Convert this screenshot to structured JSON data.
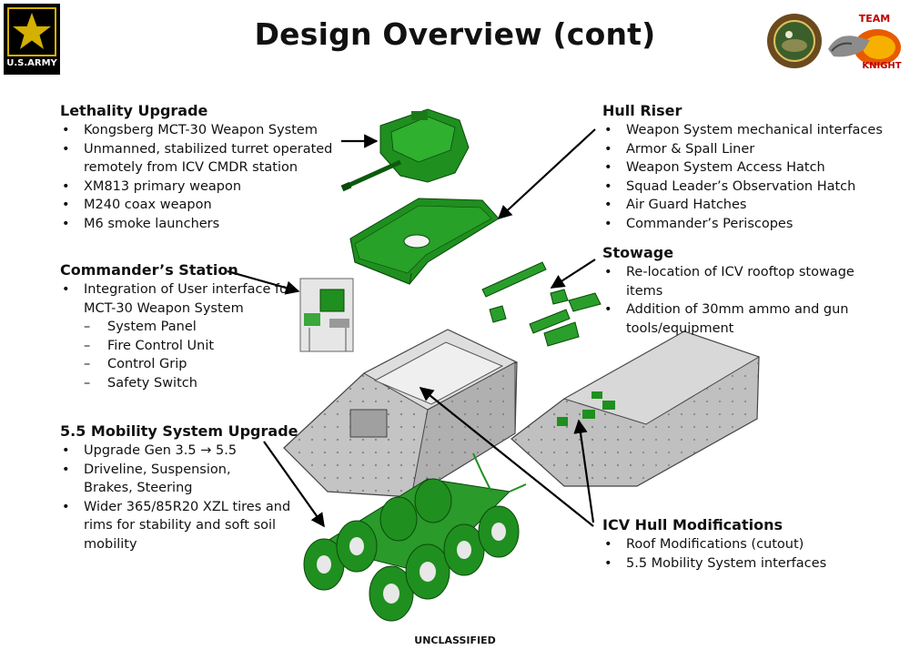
{
  "title": "Design Overview (cont)",
  "army_logo_text": "U.S.ARMY",
  "team_logo": {
    "line1": "TEAM",
    "line2": "KNIGHT"
  },
  "lethality": {
    "heading": "Lethality Upgrade",
    "items": [
      "Kongsberg MCT-30 Weapon System",
      "Unmanned, stabilized turret operated remotely from ICV CMDR station",
      "XM813 primary weapon",
      "M240 coax weapon",
      "M6 smoke launchers"
    ]
  },
  "commander": {
    "heading": "Commander’s Station",
    "items": [
      "Integration of User interface for MCT-30 Weapon System"
    ],
    "subitems": [
      "System Panel",
      "Fire Control Unit",
      "Control Grip",
      "Safety Switch"
    ]
  },
  "mobility": {
    "heading": "5.5 Mobility System Upgrade",
    "items": [
      "Upgrade Gen 3.5 → 5.5",
      "Driveline, Suspension, Brakes, Steering",
      "Wider 365/85R20 XZL tires and rims for stability and soft soil mobility"
    ]
  },
  "hull_riser": {
    "heading": "Hull Riser",
    "items": [
      "Weapon System mechanical interfaces",
      "Armor & Spall Liner",
      "Weapon System Access Hatch",
      "Squad Leader’s Observation Hatch",
      "Air Guard Hatches",
      "Commander’s Periscopes"
    ]
  },
  "stowage": {
    "heading": "Stowage",
    "items": [
      "Re-location of ICV rooftop stowage items",
      "Addition of 30mm ammo and gun tools/equipment"
    ]
  },
  "icv_hull": {
    "heading": "ICV Hull Modifications",
    "items": [
      "Roof Modifications (cutout)",
      "5.5 Mobility System interfaces"
    ]
  },
  "classification": "UNCLASSIFIED",
  "colors": {
    "turret_green": "#1f8f1f",
    "hull_gray": "#b8b8b8",
    "army_gold": "#d4b000"
  }
}
